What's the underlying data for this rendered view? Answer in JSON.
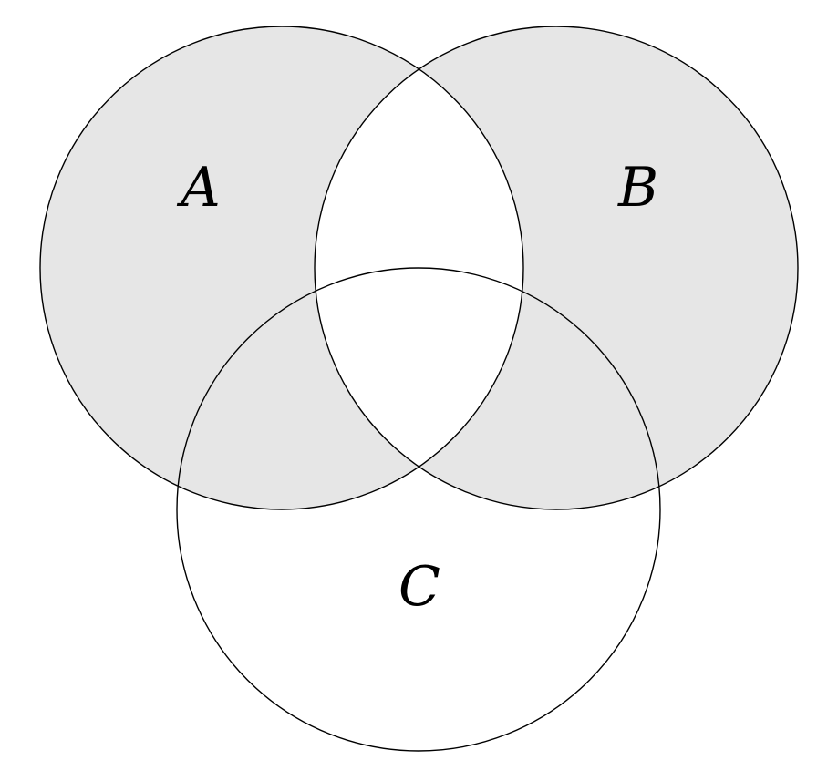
{
  "venn": {
    "description": "Three-set Venn diagram with the symmetric difference of A and B shaded",
    "sets": [
      {
        "id": "A",
        "label": "A",
        "shaded": true
      },
      {
        "id": "B",
        "label": "B",
        "shaded": true
      },
      {
        "id": "C",
        "label": "C",
        "shaded": false
      }
    ],
    "shaded_region": "(A ∪ B) − (A ∩ B)",
    "colors": {
      "shade": "#e6e6e6",
      "outline": "#000000",
      "background": "#ffffff"
    }
  }
}
